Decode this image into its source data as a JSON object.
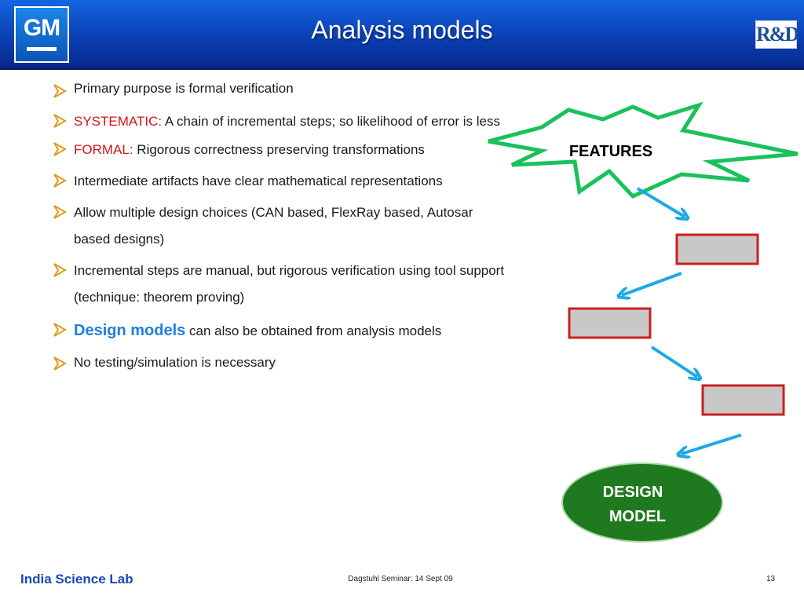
{
  "header": {
    "title": "Analysis models",
    "left_logo_text": "GM",
    "right_logo_text": "R&D"
  },
  "bullets": [
    {
      "text": "Primary purpose is formal verification"
    },
    {
      "highlight": "SYSTEMATIC: ",
      "text": "A chain of incremental steps; so likelihood of error is less"
    },
    {
      "highlight": "FORMAL: ",
      "text": "Rigorous correctness preserving  transformations"
    },
    {
      "text": "Intermediate artifacts have clear mathematical representations"
    },
    {
      "text": "Allow multiple design choices (CAN based, FlexRay based, Autosar based designs)"
    },
    {
      "text": "Incremental steps are manual, but rigorous verification using tool support (technique: theorem proving)"
    },
    {
      "highlight": "Design models",
      "text": " can also be obtained from analysis models"
    },
    {
      "text": "No testing/simulation is necessary"
    }
  ],
  "diagram": {
    "star_label": "FEATURES",
    "end_label_line1": "DESIGN",
    "end_label_line2": "MODEL"
  },
  "footer": {
    "left": "India Science Lab",
    "center": "Dagstuhl  Seminar: 14 Sept 09",
    "page": "13"
  },
  "colors": {
    "header_blue": "#0a3fb3",
    "star_stroke": "#19c15a",
    "box_border": "#cc1f1f",
    "box_fill": "#c8c8c8",
    "arrow": "#1ea8e8",
    "ellipse_fill": "#1f7a1f",
    "bullet_red": "#d4141a",
    "bullet_blue": "#1e7fe0",
    "footer_blue": "#1949b8"
  }
}
